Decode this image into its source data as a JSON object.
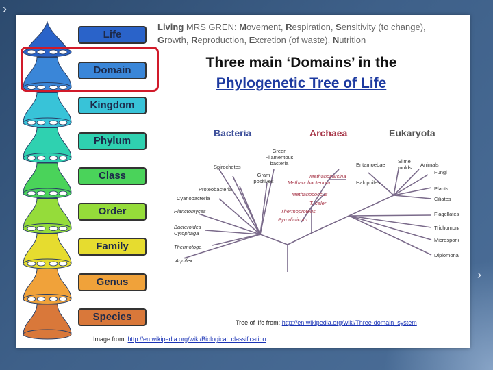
{
  "hierarchy": {
    "levels": [
      "Life",
      "Domain",
      "Kingdom",
      "Phylum",
      "Class",
      "Order",
      "Family",
      "Genus",
      "Species"
    ],
    "colors": [
      "#2a63c9",
      "#3a86d8",
      "#38c3d8",
      "#2fd1b0",
      "#4ad35a",
      "#95dc3a",
      "#e6dc2f",
      "#f0a23a",
      "#d9783a"
    ],
    "highlighted": "Domain"
  },
  "intro": {
    "lead": "Living",
    "mnemonic": "MRS GREN:",
    "parts": [
      {
        "k": "M",
        "rest": "ovement,"
      },
      {
        "k": "R",
        "rest": "espiration,"
      },
      {
        "k": "S",
        "rest": "ensitivity (to change),"
      },
      {
        "k": "G",
        "rest": "rowth,"
      },
      {
        "k": "R",
        "rest": "eproduction,"
      },
      {
        "k": "E",
        "rest": "xcretion (of waste),"
      },
      {
        "k": "N",
        "rest": "utrition"
      }
    ]
  },
  "title_line1": "Three main ‘Domains’ in the",
  "title_line2": "Phylogenetic Tree of Life",
  "tree": {
    "domains": [
      "Bacteria",
      "Archaea",
      "Eukaryota"
    ],
    "domain_colors": [
      "#3d4f9a",
      "#a8384a",
      "#555555"
    ],
    "bacteria_labels": [
      "Green Filamentous bacteria",
      "Spirochetes",
      "Gram positives",
      "Proteobacteria",
      "Cyanobacteria",
      "Planctomyces",
      "Bacteroides Cytophaga",
      "Thermotoga",
      "Aquifex"
    ],
    "archaea_labels": [
      "Methanosarcina",
      "Methanobacterium",
      "Halophiles",
      "Methanococcus",
      "T. celer",
      "Thermoproteus",
      "Pyrodicticum"
    ],
    "eukaryota_labels": [
      "Entamoebae",
      "Slime molds",
      "Animals",
      "Fungi",
      "Plants",
      "Ciliates",
      "Flagellates",
      "Trichomonads",
      "Microsporidia",
      "Diplomonads"
    ]
  },
  "credit_tree": {
    "prefix": "Tree of life from:",
    "link": "http://en.wikipedia.org/wiki/Three-domain_system"
  },
  "credit_image": {
    "prefix": "Image from:",
    "link": "http://en.wikipedia.org/wiki/Biological_classification"
  }
}
